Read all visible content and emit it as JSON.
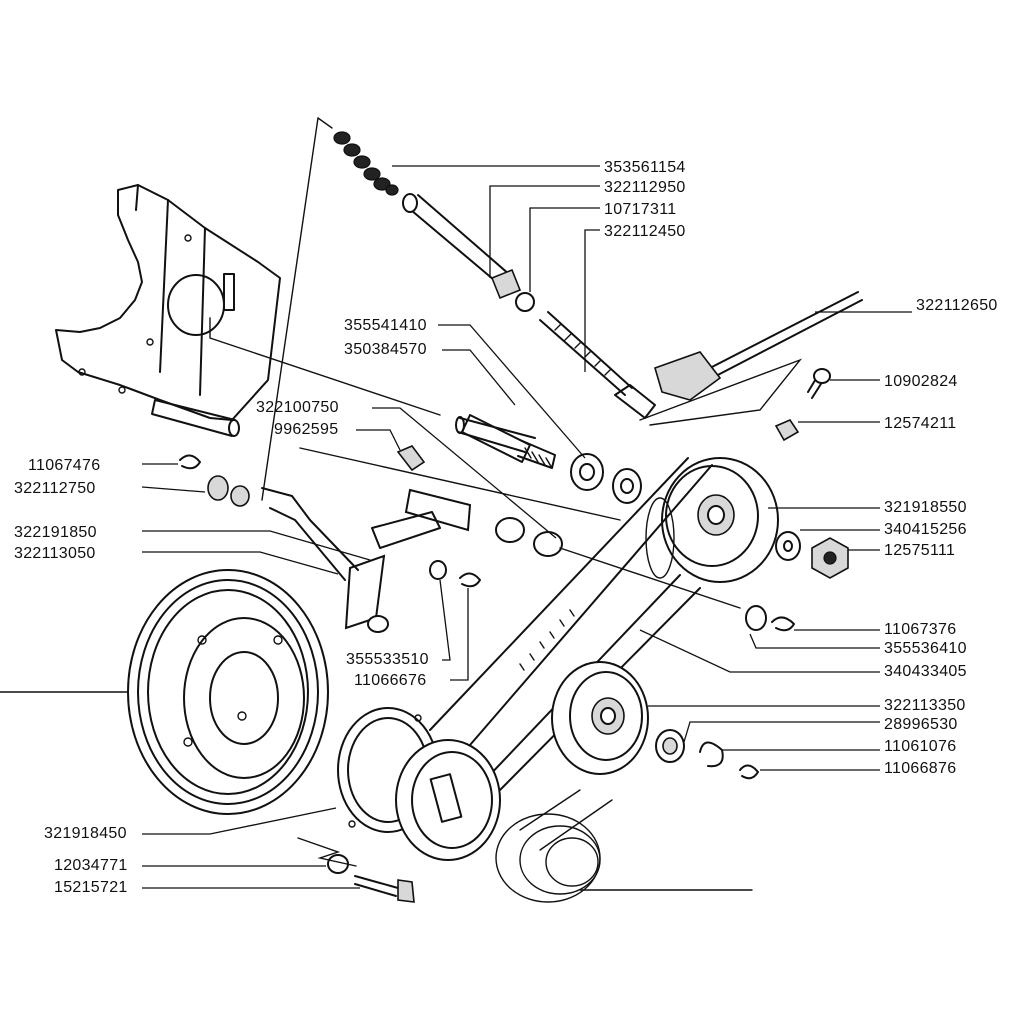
{
  "diagram": {
    "part_numbers": {
      "p353561154": "353561154",
      "p322112950": "322112950",
      "p10717311": "10717311",
      "p322112450": "322112450",
      "p322112650": "322112650",
      "p355541410": "355541410",
      "p350384570": "350384570",
      "p10902824": "10902824",
      "p322100750": "322100750",
      "p9962595": "9962595",
      "p12574211": "12574211",
      "p11067476": "11067476",
      "p322112750": "322112750",
      "p321918550": "321918550",
      "p340415256": "340415256",
      "p322191850": "322191850",
      "p12575111": "12575111",
      "p322113050": "322113050",
      "p11067376": "11067376",
      "p355536410": "355536410",
      "p355533510": "355533510",
      "p11066676": "11066676",
      "p340433405": "340433405",
      "p322113350": "322113350",
      "p28996530": "28996530",
      "p11061076": "11061076",
      "p11066876": "11066876",
      "p321918450": "321918450",
      "p12034771": "12034771",
      "p15215721": "15215721"
    }
  }
}
